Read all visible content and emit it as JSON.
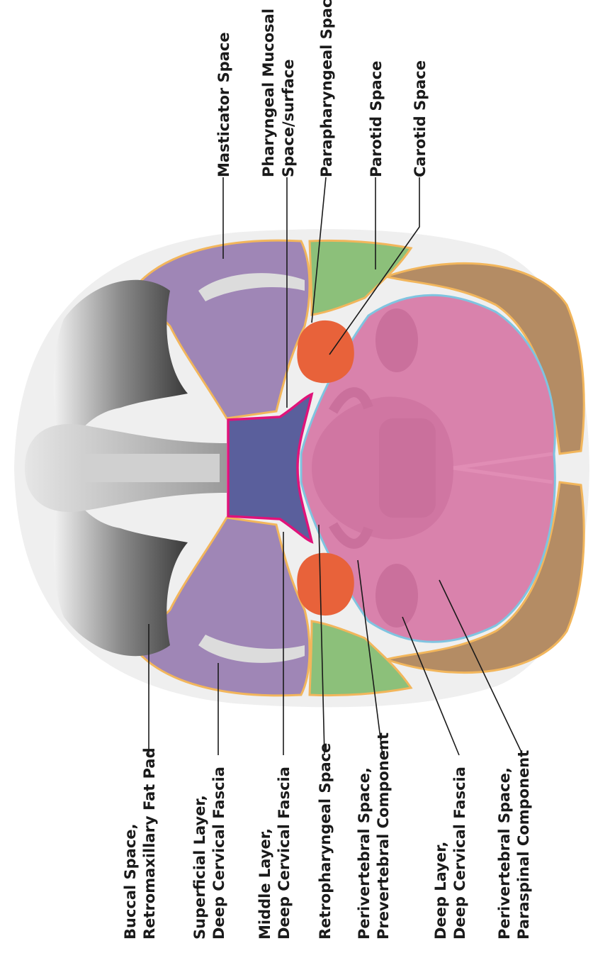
{
  "labels": {
    "masticator_space": "Masticator Space",
    "pharyngeal_mucosal_1": "Pharyngeal Mucosal",
    "pharyngeal_mucosal_2": "Space/surface",
    "parapharyngeal_space": "Parapharyngeal Space",
    "parotid_space": "Parotid Space",
    "carotid_space": "Carotid Space",
    "buccal_space_1": "Buccal Space,",
    "buccal_space_2": "Retromaxillary Fat Pad",
    "superficial_layer_1": "Superficial Layer,",
    "superficial_layer_2": "Deep Cervical Fascia",
    "middle_layer_1": "Middle Layer,",
    "middle_layer_2": "Deep Cervical Fascia",
    "retropharyngeal_space": "Retropharyngeal Space",
    "prevertebral_1": "Perivertebral Space,",
    "prevertebral_2": "Prevertebral Component",
    "deep_layer_1": "Deep Layer,",
    "deep_layer_2": "Deep Cervical Fascia",
    "paraspinal_1": "Perivertebral Space,",
    "paraspinal_2": "Paraspinal Component"
  },
  "colors": {
    "masticator": "#9f86b6",
    "parotid": "#8cc07a",
    "carotid": "#e8623a",
    "pharyngeal_mucosal": "#5a5f9c",
    "perivertebral": "#d982ac",
    "paraspinal": "#b48c64",
    "superficial_fascia": "#f2b65c",
    "middle_fascia": "#e0137a",
    "deep_fascia": "#7fc4e0",
    "outline": "#efefef"
  }
}
